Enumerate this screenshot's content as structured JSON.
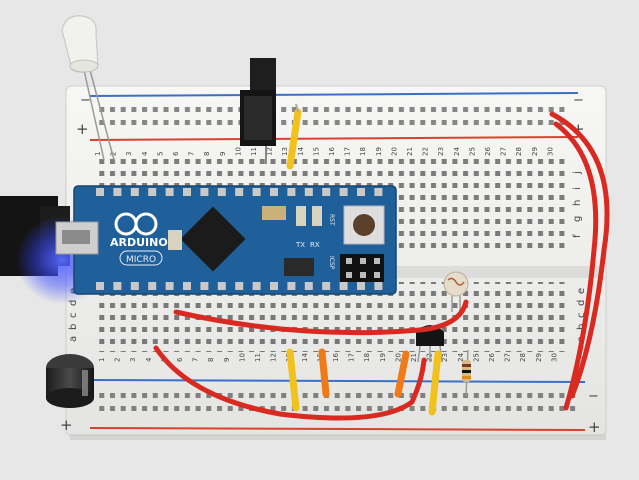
{
  "breadboard": {
    "rail_minus": "−",
    "rail_plus": "+",
    "row_letters_top": [
      "f",
      "g",
      "h",
      "i",
      "j"
    ],
    "row_letters_bottom": [
      "a",
      "b",
      "c",
      "d",
      "e"
    ],
    "column_numbers": [
      "1",
      "2",
      "3",
      "4",
      "5",
      "6",
      "7",
      "8",
      "9",
      "10",
      "11",
      "12",
      "13",
      "14",
      "15",
      "16",
      "17",
      "18",
      "19",
      "20",
      "21",
      "22",
      "23",
      "24",
      "25",
      "26",
      "27",
      "28",
      "29",
      "30"
    ]
  },
  "arduino": {
    "brand": "ARDUINO",
    "model": "MICRO",
    "label_tx": "TX",
    "label_rx": "RX",
    "label_rst": "RST",
    "label_icsp": "ICSP"
  },
  "colors": {
    "board_white": "#f4f4f2",
    "rail_red": "#d8402f",
    "rail_blue": "#3a6fc8",
    "arduino_blue": "#1f5f9a",
    "wire_red": "#d92a22",
    "wire_yellow": "#f1c21b",
    "wire_orange": "#f07a18",
    "usb_led_glow": "#3a4cff"
  }
}
